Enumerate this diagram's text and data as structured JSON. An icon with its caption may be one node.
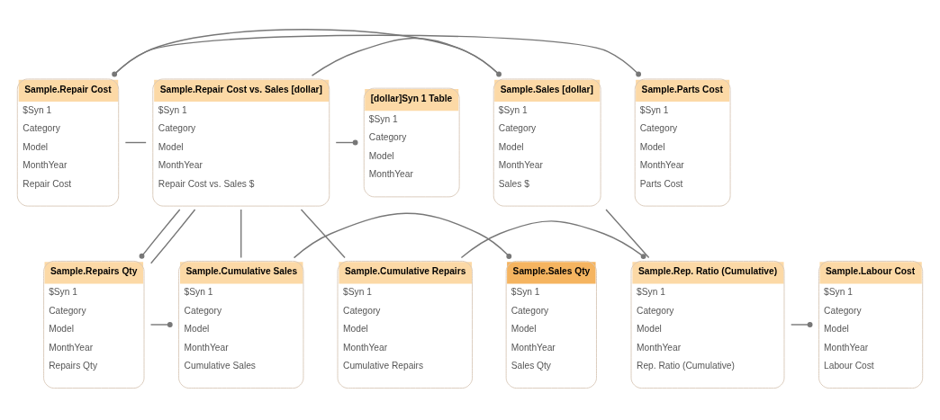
{
  "diagram": {
    "nodes": [
      {
        "text": [
          "Sample.Parts Cost",
          "$Syn 1",
          "Category",
          "Model",
          "MonthYear",
          "Parts Cost"
        ]
      },
      {
        "text": [
          "Sample.Repair Cost",
          "$Syn 1",
          "Category",
          "Model",
          "MonthYear",
          "Repair Cost"
        ]
      },
      {
        "text": [
          "Sample.Sales [dollar]",
          "$Syn 1",
          "Category",
          "Model",
          "MonthYear",
          "Sales $"
        ]
      },
      {
        "text": [
          "Sample.Repair Cost vs. Sales [dollar]",
          "$Syn 1",
          "Category",
          "Model",
          "MonthYear",
          "Repair Cost vs. Sales $"
        ]
      },
      {
        "text": [
          "[dollar]Syn 1 Table",
          "$Syn 1",
          "Category",
          "Model",
          "MonthYear"
        ]
      },
      {
        "text": [
          "Sample.Labour Cost",
          "$Syn 1",
          "Category",
          "Model",
          "MonthYear",
          "Labour Cost"
        ]
      },
      {
        "text": [
          "Sample.Rep. Ratio (Cumulative)",
          "$Syn 1",
          "Category",
          "Model",
          "MonthYear",
          "Rep. Ratio (Cumulative)"
        ]
      },
      {
        "text": [
          "Sample.Cumulative Repairs",
          "$Syn 1",
          "Category",
          "Model",
          "MonthYear",
          "Cumulative Repairs"
        ]
      },
      {
        "text": [
          "Sample.Repairs Qty",
          "$Syn 1",
          "Category",
          "Model",
          "MonthYear",
          "Repairs Qty"
        ]
      },
      {
        "text": [
          "Sample.Cumulative Sales",
          "$Syn 1",
          "Category",
          "Model",
          "MonthYear",
          "Cumulative Sales"
        ]
      },
      {
        "text": [
          "Sample.Sales Qty",
          "$Syn 1",
          "Category",
          "Model",
          "MonthYear",
          "Sales Qty"
        ]
      }
    ],
    "edges": [
      {
        "from": 1,
        "to": 0,
        "arrow": "other"
      },
      {
        "from": 2,
        "to": 1,
        "arrow": "other"
      },
      {
        "from": 1,
        "to": 3,
        "arrow": "none"
      },
      {
        "from": 3,
        "to": 2,
        "arrow": "other"
      },
      {
        "from": 3,
        "to": 4,
        "arrow": "other"
      },
      {
        "from": 2,
        "to": 6,
        "arrow": "none"
      },
      {
        "from": 3,
        "to": 7,
        "arrow": "none"
      },
      {
        "from": 3,
        "to": 8,
        "arrow": "other"
      },
      {
        "from": 3,
        "to": 8,
        "arrow": "none"
      },
      {
        "from": 3,
        "to": 9,
        "arrow": "none"
      },
      {
        "from": 6,
        "to": 5,
        "arrow": "other"
      },
      {
        "from": 7,
        "to": 6,
        "arrow": "other"
      },
      {
        "from": 8,
        "to": 9,
        "arrow": "other"
      },
      {
        "from": 9,
        "to": 10,
        "arrow": "other"
      }
    ]
  }
}
